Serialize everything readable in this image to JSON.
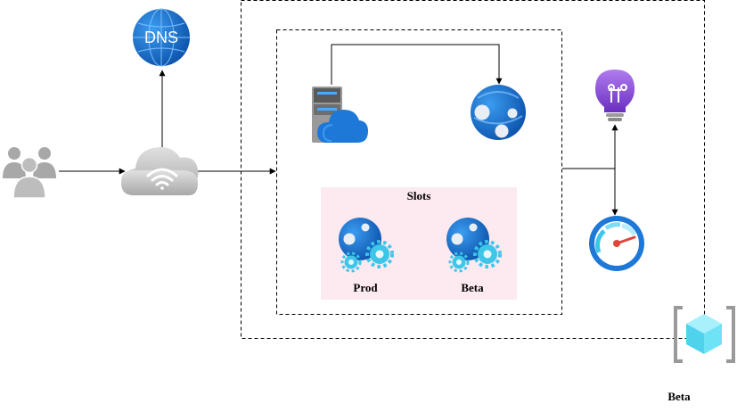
{
  "labels": {
    "dns_text": "DNS",
    "slots_title": "Slots",
    "prod_slot": "Prod",
    "beta_slot": "Beta",
    "resource_group": "Beta"
  },
  "icons": {
    "users": "users-icon",
    "dns": "dns-globe-icon",
    "cloud_network": "cloud-wifi-icon",
    "server": "cloud-server-icon",
    "web_app": "web-app-icon",
    "prod_app": "app-service-slot-icon",
    "beta_app": "app-service-slot-icon",
    "insights": "app-insights-bulb-icon",
    "monitor": "monitor-gauge-icon",
    "resource": "resource-group-cube-icon"
  },
  "colors": {
    "slots_bg": "#fde9f0",
    "azure_blue": "#1e6fd0",
    "cloud_gray": "#c8c8c8",
    "insights_purple": "#8a4fd8",
    "gauge_teal": "#3dc6e8",
    "cube_cyan": "#6ee3f5"
  }
}
